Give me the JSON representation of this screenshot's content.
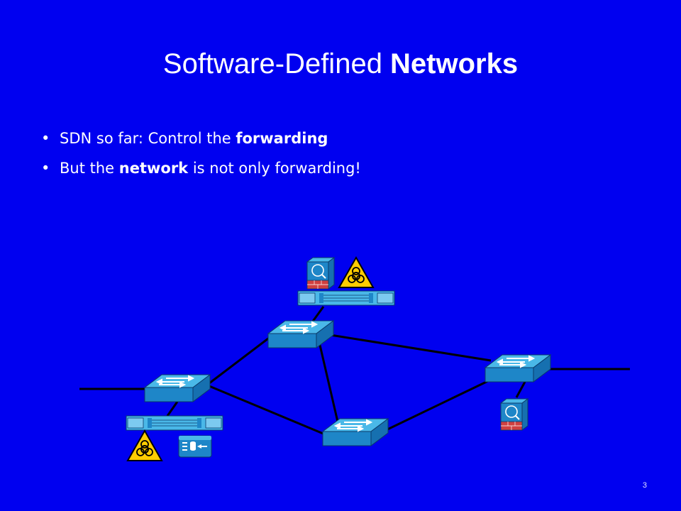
{
  "slide": {
    "title_prefix": "Software-Defined ",
    "title_bold": "Networks",
    "bullets": [
      {
        "pre": "SDN so far: Control the ",
        "bold": "forwarding",
        "post": ""
      },
      {
        "pre": "But the ",
        "bold": "network",
        "post": " is not only forwarding!"
      }
    ],
    "page_number": "3"
  },
  "diagram": {
    "nodes": [
      {
        "id": "switch-top",
        "icon": "switch-icon"
      },
      {
        "id": "switch-left",
        "icon": "switch-icon"
      },
      {
        "id": "switch-bottom",
        "icon": "switch-icon"
      },
      {
        "id": "switch-right",
        "icon": "switch-icon"
      },
      {
        "id": "appliance-top",
        "icon": "rack-appliance-icon"
      },
      {
        "id": "appliance-left",
        "icon": "rack-appliance-icon"
      },
      {
        "id": "firewall-top",
        "icon": "firewall-icon"
      },
      {
        "id": "firewall-right",
        "icon": "firewall-icon"
      },
      {
        "id": "biohazard-top",
        "icon": "biohazard-warning-icon"
      },
      {
        "id": "biohazard-left",
        "icon": "biohazard-warning-icon"
      },
      {
        "id": "server-left",
        "icon": "server-icon"
      }
    ],
    "colors": {
      "background": "#0000f0",
      "device_top": "#4ab8e8",
      "device_side": "#1e86c8",
      "link": "#000000",
      "warning": "#ffcc00"
    }
  }
}
